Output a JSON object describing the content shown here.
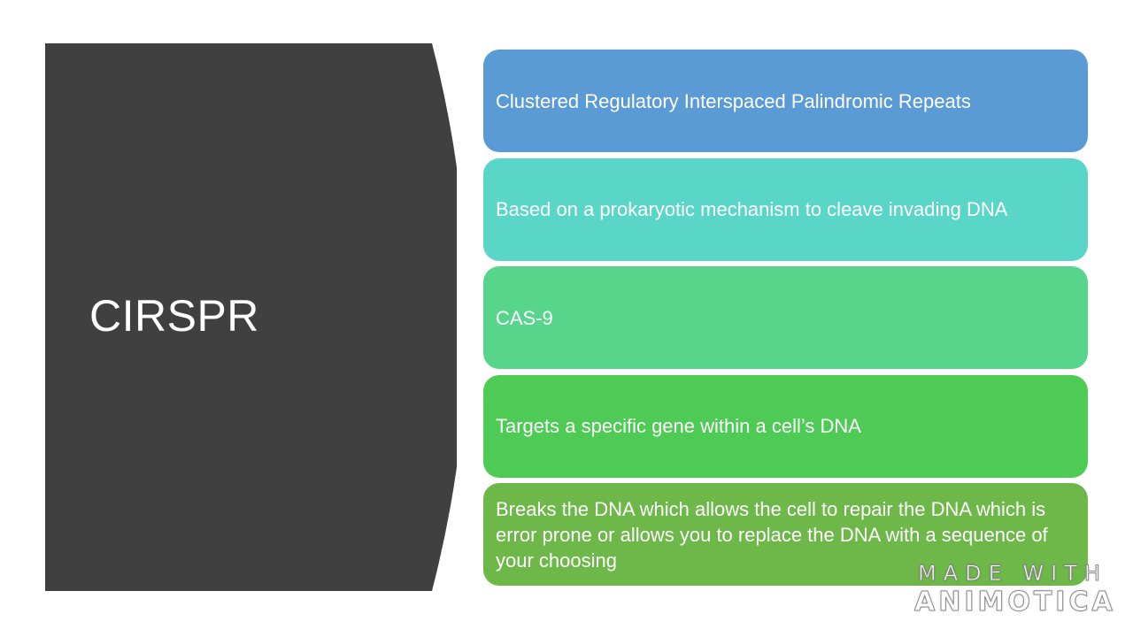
{
  "slide": {
    "title": "CIRSPR",
    "panel_color": "#404040",
    "items": [
      {
        "text": "Clustered Regulatory Interspaced Palindromic Repeats",
        "color": "#5b9bd5"
      },
      {
        "text": "Based on a prokaryotic mechanism to cleave invading DNA",
        "color": "#5ad6c9"
      },
      {
        "text": "CAS-9",
        "color": "#57d58b"
      },
      {
        "text": "Targets a specific gene within a cell’s DNA",
        "color": "#4ecb54"
      },
      {
        "text": "Breaks the DNA which allows the cell to repair the DNA which is error prone or allows you to replace the DNA with a sequence of your choosing",
        "color": "#6db848"
      }
    ]
  },
  "watermark": {
    "line1": "MADE WITH",
    "line2": "ANIMOTICA"
  }
}
